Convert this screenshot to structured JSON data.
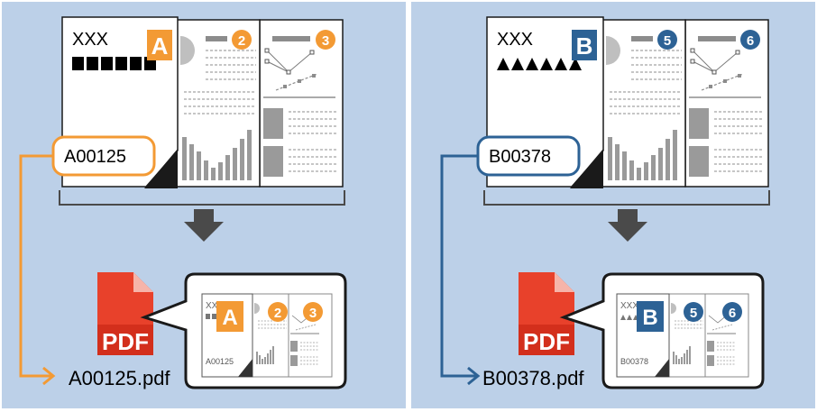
{
  "colors": {
    "background": "#bcd0e8",
    "panel_border": "#ffffff",
    "page_fill": "#ffffff",
    "page_stroke": "#1a1a1a",
    "gray_content": "#8c8c8c",
    "dark_arrow": "#4a4a4a",
    "orange": "#f39a34",
    "blue": "#2d6295",
    "pdf_red": "#e8412b"
  },
  "workflow_a": {
    "doc_header": "XXX",
    "separator_letter": "A",
    "separator_marker": "blocks",
    "badge_page_2": "2",
    "badge_page_3": "3",
    "barcode_value": "A00125",
    "pdf_icon_label": "PDF",
    "output_filename": "A00125.pdf",
    "thumb_header": "XXX",
    "thumb_barcode": "A00125"
  },
  "workflow_b": {
    "doc_header": "XXX",
    "separator_letter": "B",
    "separator_marker": "triangles",
    "badge_page_5": "5",
    "badge_page_6": "6",
    "barcode_value": "B00378",
    "pdf_icon_label": "PDF",
    "output_filename": "B00378.pdf",
    "thumb_header": "XXX",
    "thumb_barcode": "B00378"
  }
}
